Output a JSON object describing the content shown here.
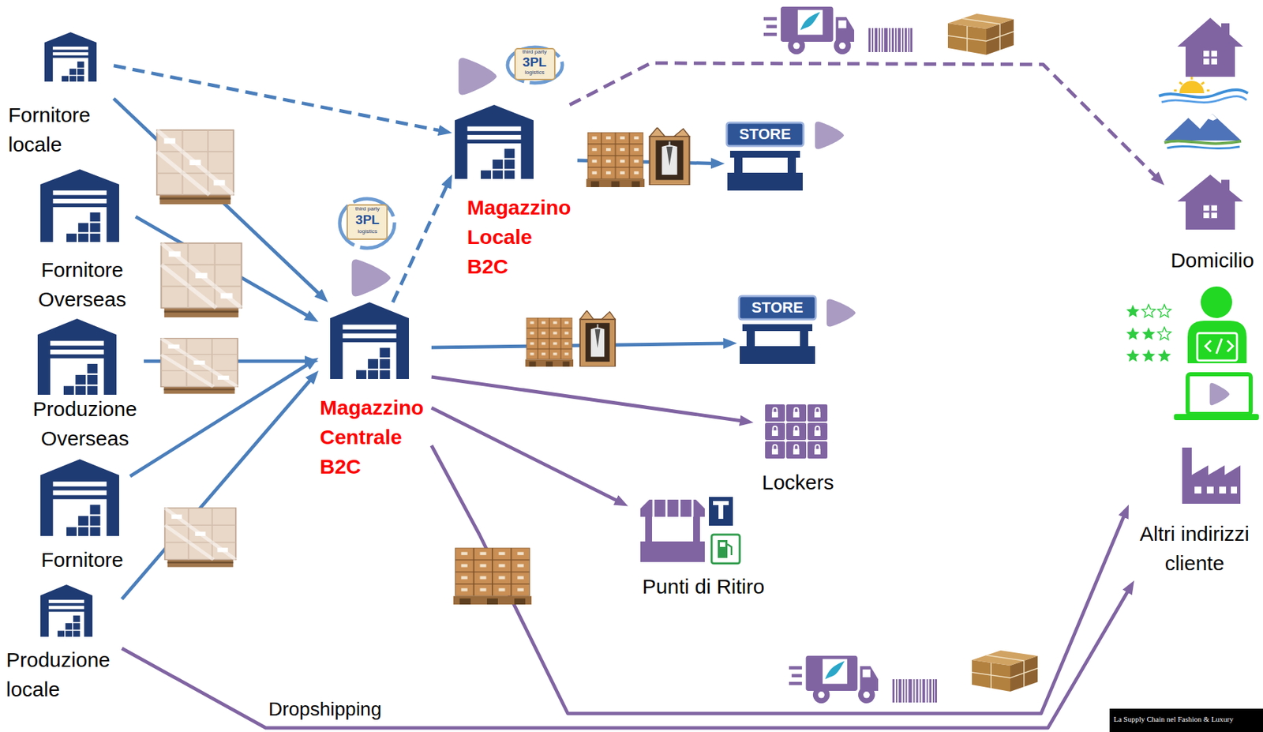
{
  "diagram": {
    "nodes": [
      {
        "text": [
          "Fornitore locale"
        ]
      },
      {
        "text": [
          "Fornitore Overseas"
        ]
      },
      {
        "text": [
          "Produzione Overseas"
        ]
      },
      {
        "text": [
          "Fornitore"
        ]
      },
      {
        "text": [
          "Produzione locale"
        ]
      },
      {
        "text": [
          "Magazzino Centrale B2C"
        ]
      },
      {
        "text": [
          "Magazzino Locale B2C"
        ]
      },
      {
        "text": [
          "STORE"
        ]
      },
      {
        "text": [
          "STORE"
        ]
      },
      {
        "text": [
          "Lockers"
        ]
      },
      {
        "text": [
          "Punti di Ritiro"
        ]
      },
      {
        "text": [
          "Domicilio"
        ]
      },
      {
        "text": [
          "Altri indirizzi cliente"
        ]
      }
    ],
    "edges": [
      {
        "from": 0,
        "to": 6,
        "arrow": "to"
      },
      {
        "from": 0,
        "to": 5,
        "arrow": "to"
      },
      {
        "from": 1,
        "to": 5,
        "arrow": "to"
      },
      {
        "from": 2,
        "to": 5,
        "arrow": "to"
      },
      {
        "from": 3,
        "to": 5,
        "arrow": "to"
      },
      {
        "from": 4,
        "to": 5,
        "arrow": "to"
      },
      {
        "from": 5,
        "to": 6,
        "arrow": "to"
      },
      {
        "from": 6,
        "to": 7,
        "arrow": "to"
      },
      {
        "from": 5,
        "to": 8,
        "arrow": "to"
      },
      {
        "from": 5,
        "to": 9,
        "arrow": "to"
      },
      {
        "from": 5,
        "to": 10,
        "arrow": "to"
      },
      {
        "from": 5,
        "to": 12,
        "arrow": "to"
      },
      {
        "from": 4,
        "to": 12,
        "label": "Dropshipping",
        "arrow": "to"
      },
      {
        "from": 6,
        "to": 11,
        "arrow": "to"
      }
    ],
    "labels": [
      "third party",
      "3PL",
      "logistics",
      "third party",
      "3PL",
      "logistics",
      "La Supply Chain nel Fashion & Luxury"
    ]
  }
}
